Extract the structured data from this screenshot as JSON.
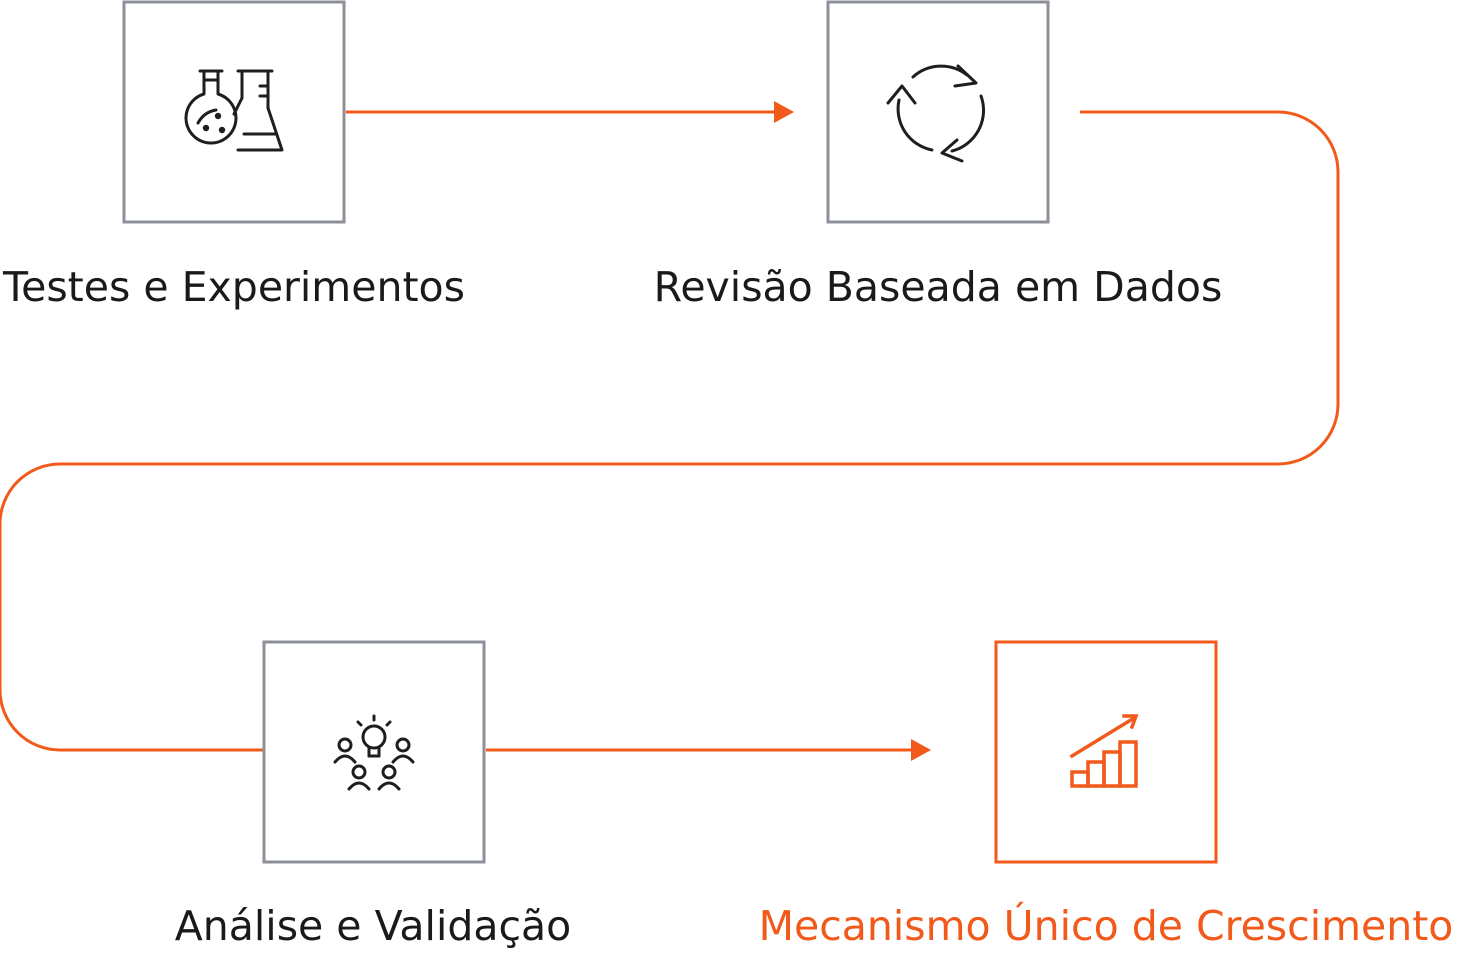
{
  "colors": {
    "accent": "#f15a1a",
    "box_border": "#8c9199",
    "text": "#1a1a1a",
    "icon": "#1e1e1e"
  },
  "steps": [
    {
      "label": "Testes e Experimentos",
      "icon": "lab-flasks-icon",
      "highlight": false
    },
    {
      "label": "Revisão Baseada em Dados",
      "icon": "refresh-cycle-icon",
      "highlight": false
    },
    {
      "label": "Análise e Validação",
      "icon": "team-idea-icon",
      "highlight": false
    },
    {
      "label": "Mecanismo Único de Crescimento",
      "icon": "growth-chart-icon",
      "highlight": true
    }
  ]
}
